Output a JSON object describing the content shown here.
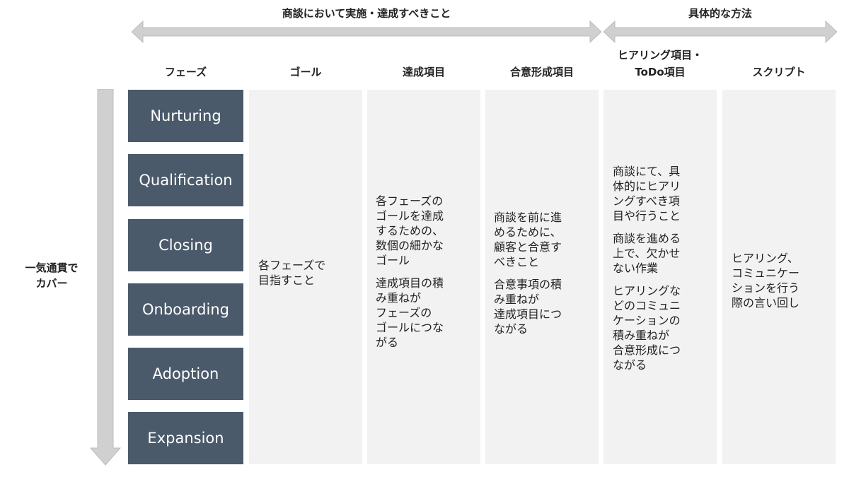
{
  "top_arrows": {
    "left_label": "商談において実施・達成すべきこと",
    "right_label": "具体的な方法"
  },
  "headers": {
    "phase": "フェーズ",
    "goal": "ゴール",
    "achievement": "達成項目",
    "consensus": "合意形成項目",
    "hearing_line1": "ヒアリング項目・",
    "hearing_line2": "ToDo項目",
    "script": "スクリプト"
  },
  "side_label": "一気通貫で\nカバー",
  "phases": [
    "Nurturing",
    "Qualification",
    "Closing",
    "Onboarding",
    "Adoption",
    "Expansion"
  ],
  "goal": {
    "text": "各フェーズで\n目指すこと"
  },
  "achievement": {
    "p1": "各フェーズの\nゴールを達成\nするための、\n数個の細かな\nゴール",
    "p2": "達成項目の積\nみ重ねが\nフェーズの\nゴールにつな\nがる"
  },
  "consensus": {
    "p1": "商談を前に進\nめるために、\n顧客と合意す\nべきこと",
    "p2": "合意事項の積\nみ重ねが\n達成項目につ\nながる"
  },
  "hearing": {
    "p1": "商談にて、具\n体的にヒアリ\nングすべき項\n目や行うこと",
    "p2": "商談を進める\n上で、欠かせ\nない作業",
    "p3": "ヒアリングな\nどのコミュニ\nケーションの\n積み重ねが\n合意形成につ\nながる"
  },
  "script": {
    "text": "ヒアリング、\nコミュニケー\nションを行う\n際の言い回し"
  },
  "colors": {
    "phase_box": "#4a5a6a",
    "column_bg": "#f2f2f2",
    "arrow_fill": "#d0d0d0",
    "arrow_stroke": "#b8b8b8"
  }
}
